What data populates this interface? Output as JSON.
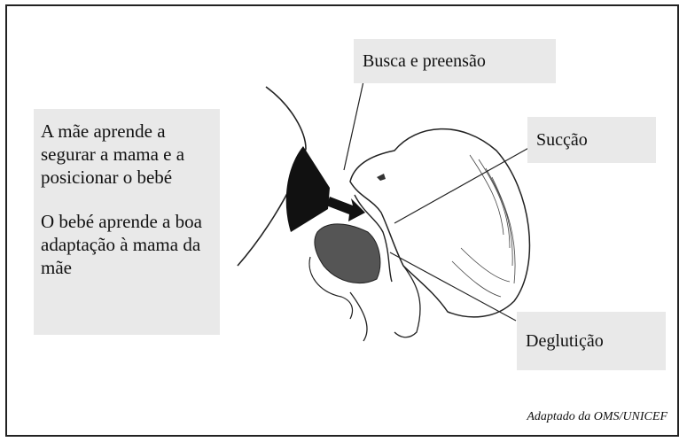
{
  "left_text": {
    "para1": "A mãe aprende a segurar a mama e a posicionar o bebé",
    "para2": "O bebé aprende a boa adaptação à mama da mãe"
  },
  "labels": {
    "busca": "Busca e preensão",
    "succao": "Sucção",
    "deglutição": "Deglutição"
  },
  "credit": "Adaptado da OMS/UNICEF"
}
